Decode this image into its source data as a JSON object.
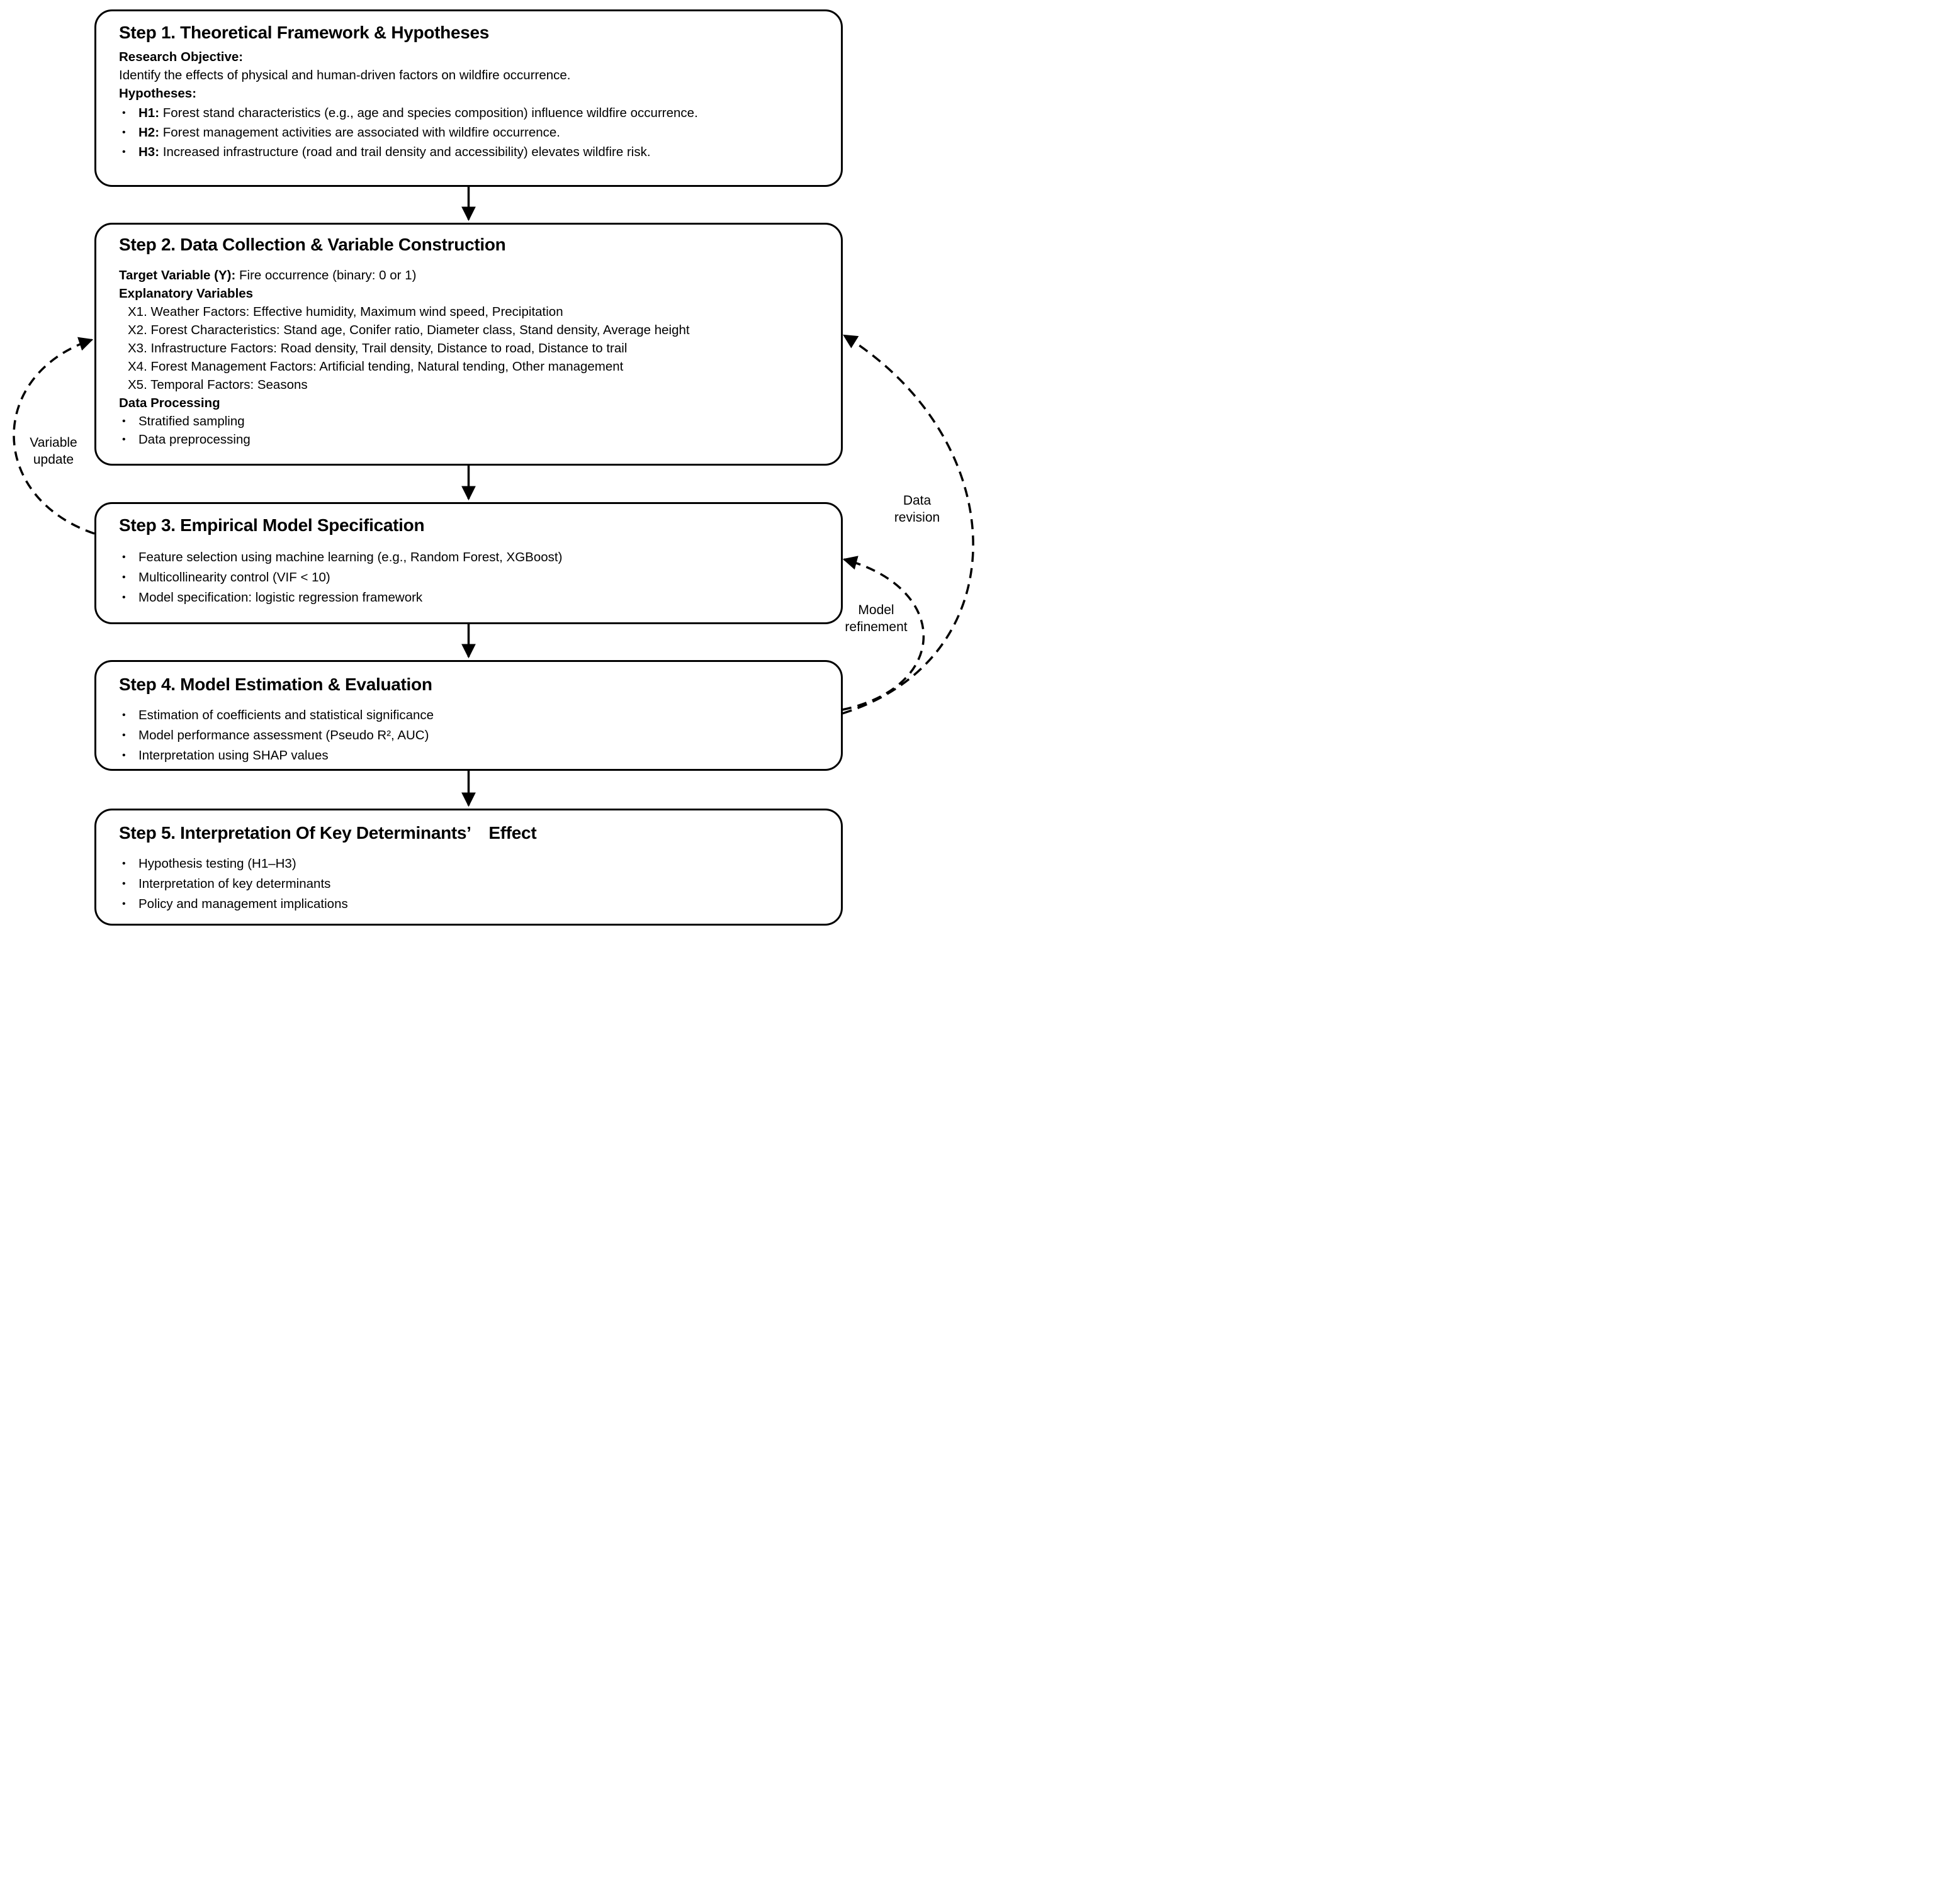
{
  "colors": {
    "ink": "#000000",
    "background": "#ffffff"
  },
  "glyphs": {
    "bullet": "•"
  },
  "step1": {
    "title": "Step 1. Theoretical Framework & Hypotheses",
    "research_objective_label": "Research Objective:",
    "research_objective_text": "Identify the effects of physical and human-driven factors on wildfire occurrence.",
    "hypotheses_label": "Hypotheses:",
    "hypotheses": [
      {
        "label": "H1:",
        "text": "Forest stand characteristics (e.g., age and species composition) influence wildfire occurrence."
      },
      {
        "label": "H2:",
        "text": "Forest management activities are associated with wildfire occurrence."
      },
      {
        "label": "H3:",
        "text": "Increased infrastructure (road and trail density and accessibility) elevates wildfire risk."
      }
    ]
  },
  "step2": {
    "title": "Step 2. Data Collection & Variable Construction",
    "target_variable_label": "Target Variable (Y):",
    "target_variable_text": "Fire occurrence (binary: 0 or 1)",
    "explanatory_label": "Explanatory Variables",
    "explanatory_items": [
      "X1. Weather Factors: Effective humidity, Maximum wind speed, Precipitation",
      "X2. Forest Characteristics: Stand age, Conifer ratio, Diameter class, Stand density, Average height",
      "X3. Infrastructure Factors: Road density, Trail density, Distance to road, Distance to trail",
      "X4. Forest Management Factors: Artificial tending, Natural tending, Other management",
      "X5. Temporal Factors: Seasons"
    ],
    "data_processing_label": "Data Processing",
    "data_processing_items": [
      "Stratified sampling",
      "Data preprocessing"
    ]
  },
  "step3": {
    "title": "Step 3. Empirical Model Specification",
    "items": [
      "Feature selection using machine learning (e.g., Random Forest, XGBoost)",
      "Multicollinearity control (VIF < 10)",
      "Model specification: logistic regression framework"
    ]
  },
  "step4": {
    "title": "Step 4. Model Estimation & Evaluation",
    "items": [
      "Estimation of coefficients and statistical significance",
      "Model performance assessment (Pseudo R², AUC)",
      "Interpretation using SHAP values"
    ]
  },
  "step5": {
    "title": "Step 5. Interpretation Of Key Determinants’ Effect",
    "items": [
      "Hypothesis testing (H1–H3)",
      "Interpretation of key determinants",
      "Policy and management implications"
    ]
  },
  "feedback": {
    "variable_update": "Variable update",
    "data_revision": "Data revision",
    "model_refinement": "Model refinement"
  }
}
